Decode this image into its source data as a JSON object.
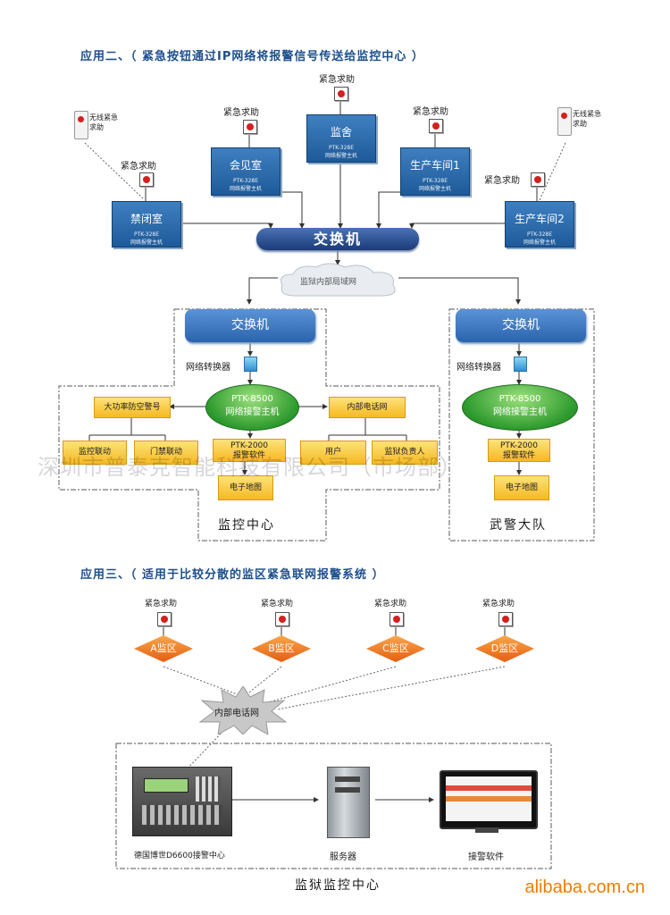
{
  "section2": {
    "title": "应用二、（ 紧急按钮通过IP网络将报警信号传送给监控中心 ）",
    "emergency_label": "紧急求助",
    "wireless_label": "无线紧急求助",
    "host_model": "PTK-328E",
    "host_sub": "网络报警主机",
    "units": {
      "jinbishi": "禁闭室",
      "huijianshi": "会见室",
      "jianshe": "监舍",
      "chejian1": "生产车间1",
      "chejian2": "生产车间2"
    },
    "main_switch": "交换机",
    "lan_cloud": "监狱内部局域网",
    "center": {
      "switch": "交换机",
      "converter": "网络转换器",
      "host_model": "PTK-8500",
      "host_sub": "网络接警主机",
      "alarm": "大功率防空警号",
      "phone_net": "内部电话网",
      "monitor_link": "监控联动",
      "door_link": "门禁联动",
      "software_model": "PTK-2000",
      "software_sub": "报警软件",
      "user": "用户",
      "prison_head": "监狱负责人",
      "emap": "电子地图",
      "caption": "监控中心"
    },
    "police": {
      "switch": "交换机",
      "converter": "网络转换器",
      "host_model": "PTK-8500",
      "host_sub": "网络接警主机",
      "software_model": "PTK-2000",
      "software_sub": "报警软件",
      "emap": "电子地图",
      "caption": "武警大队"
    }
  },
  "watermark": "深圳市普泰克智能科技有限公司（市场部）",
  "section3": {
    "title": "应用三、（ 适用于比较分散的监区紧急联网报警系统 ）",
    "emergency_label": "紧急求助",
    "zones": [
      "A监区",
      "B监区",
      "C监区",
      "D监区"
    ],
    "phone_net": "内部电话网",
    "receiver": "德国博世D6600接警中心",
    "server": "服务器",
    "software": "接警软件",
    "caption": "监狱监控中心"
  },
  "footer": {
    "alibaba": "alibaba.com.cn"
  },
  "colors": {
    "title": "#1d4f8c",
    "host_box": "#2a69a8",
    "switch": "#1b3a78",
    "ellipse": "#2d9a2d",
    "yellow_box": "#f5b922",
    "zone": "#e55d12",
    "brand": "#f07d00"
  }
}
